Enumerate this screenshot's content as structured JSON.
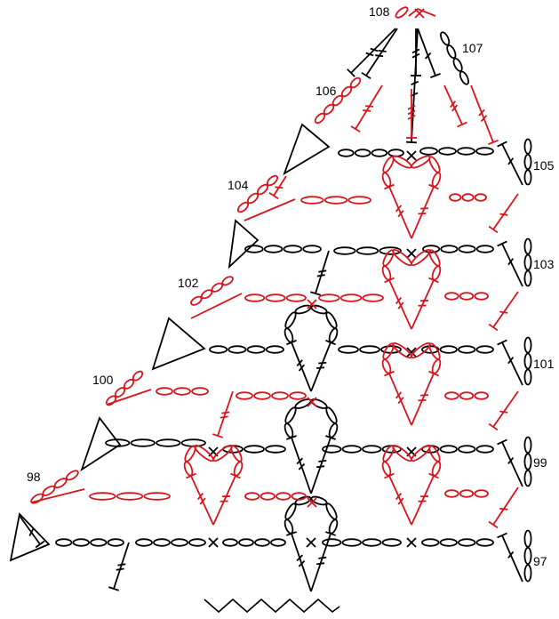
{
  "colors": {
    "odd_rows": "#000000",
    "even_rows": "#d9141c"
  },
  "legend": {
    "icon": "foundation-zigzag-icon"
  },
  "rows": [
    {
      "label": "97",
      "side": "right",
      "color": "black"
    },
    {
      "label": "98",
      "side": "left",
      "color": "red"
    },
    {
      "label": "99",
      "side": "right",
      "color": "black"
    },
    {
      "label": "100",
      "side": "left",
      "color": "red"
    },
    {
      "label": "101",
      "side": "right",
      "color": "black"
    },
    {
      "label": "102",
      "side": "left",
      "color": "red"
    },
    {
      "label": "103",
      "side": "right",
      "color": "black"
    },
    {
      "label": "104",
      "side": "left",
      "color": "red"
    },
    {
      "label": "105",
      "side": "right",
      "color": "black"
    },
    {
      "label": "106",
      "side": "left",
      "color": "red"
    },
    {
      "label": "107",
      "side": "right",
      "color": "black"
    },
    {
      "label": "108",
      "side": "left",
      "color": "red"
    }
  ]
}
